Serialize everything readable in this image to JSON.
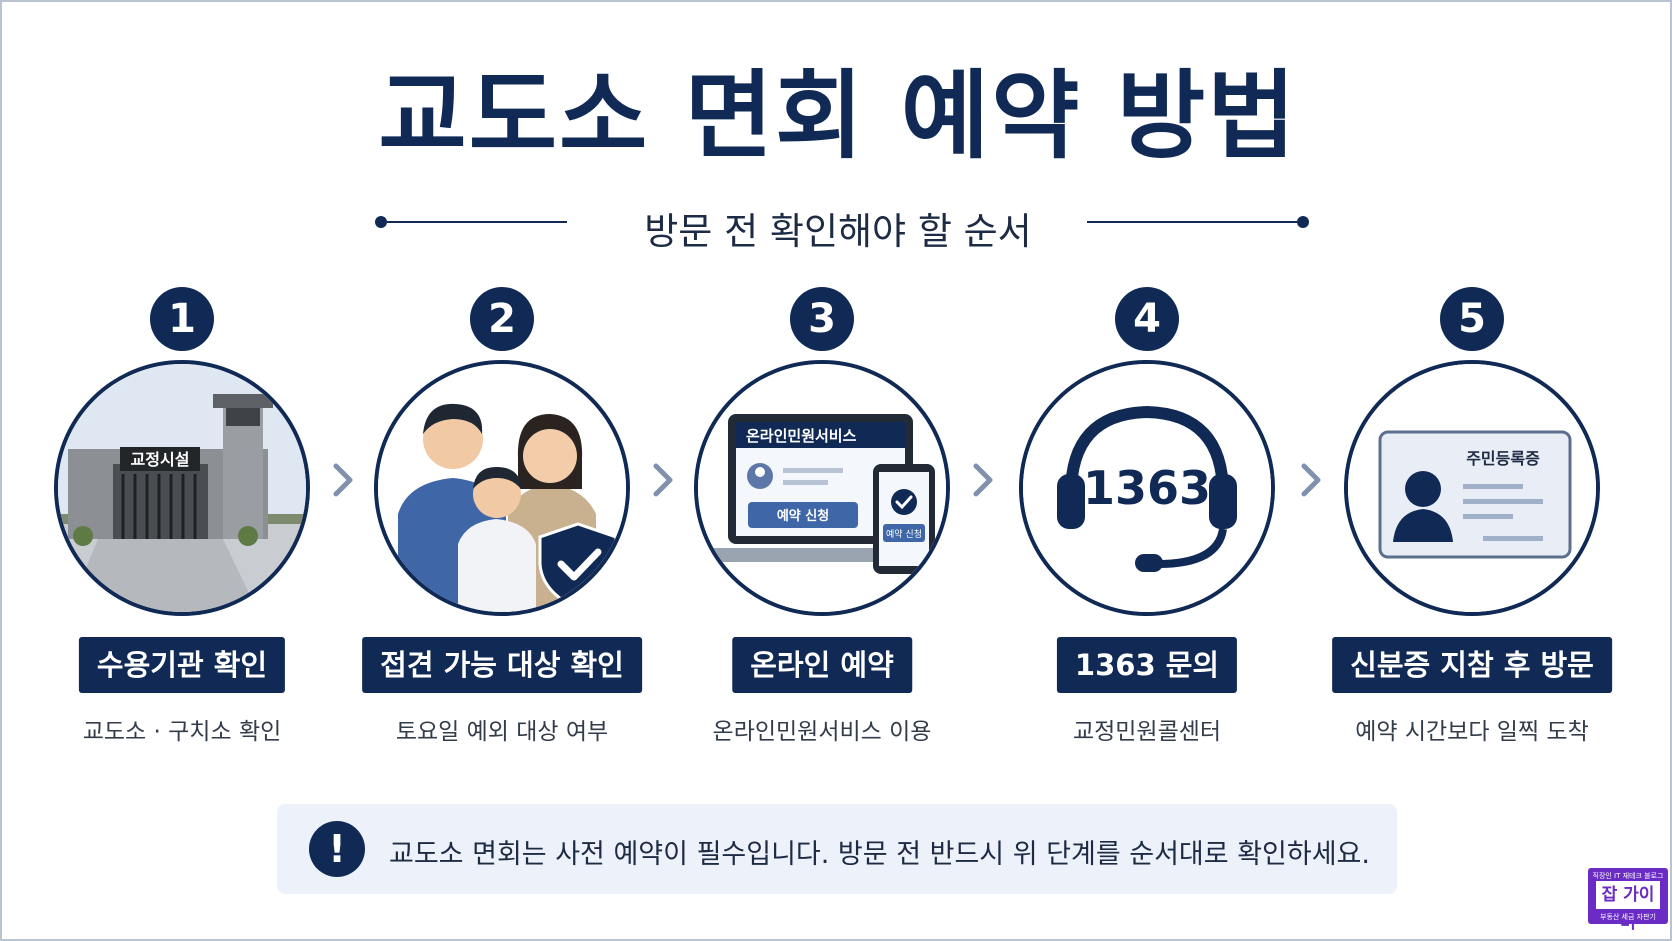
{
  "title": "교도소 면회 예약 방법",
  "subtitle": "방문 전 확인해야 할 순서",
  "steps": [
    {
      "number": "1",
      "label": "수용기관 확인",
      "desc": "교도소 · 구치소 확인",
      "icon": "prison-building-icon",
      "sign": "교정시설"
    },
    {
      "number": "2",
      "label": "접견 가능 대상 확인",
      "desc": "토요일 예외 대상 여부",
      "icon": "family-shield-icon"
    },
    {
      "number": "3",
      "label": "온라인 예약",
      "desc": "온라인민원서비스 이용",
      "icon": "laptop-phone-icon",
      "screen_title": "온라인민원서비스",
      "button": "예약 신청",
      "phone_button": "예약 신청"
    },
    {
      "number": "4",
      "label": "1363 문의",
      "desc": "교정민원콜센터",
      "icon": "headset-icon",
      "phone_number": "1363"
    },
    {
      "number": "5",
      "label": "신분증 지참 후 방문",
      "desc": "예약 시간보다 일찍 도착",
      "icon": "id-card-icon",
      "card_title": "주민등록증"
    }
  ],
  "notice": {
    "icon": "exclamation-icon",
    "symbol": "!",
    "text": "교도소 면회는 사전 예약이 필수입니다. 방문 전 반드시 위 단계를 순서대로 확인하세요."
  },
  "logo": {
    "top": "직장인 IT 재테크 블로그",
    "main": "잡 가이버",
    "bottom": "부동산 세금 자판기"
  },
  "colors": {
    "navy": "#102a55",
    "notice_bg": "#edf2fa",
    "logo": "#6a2cc4"
  }
}
